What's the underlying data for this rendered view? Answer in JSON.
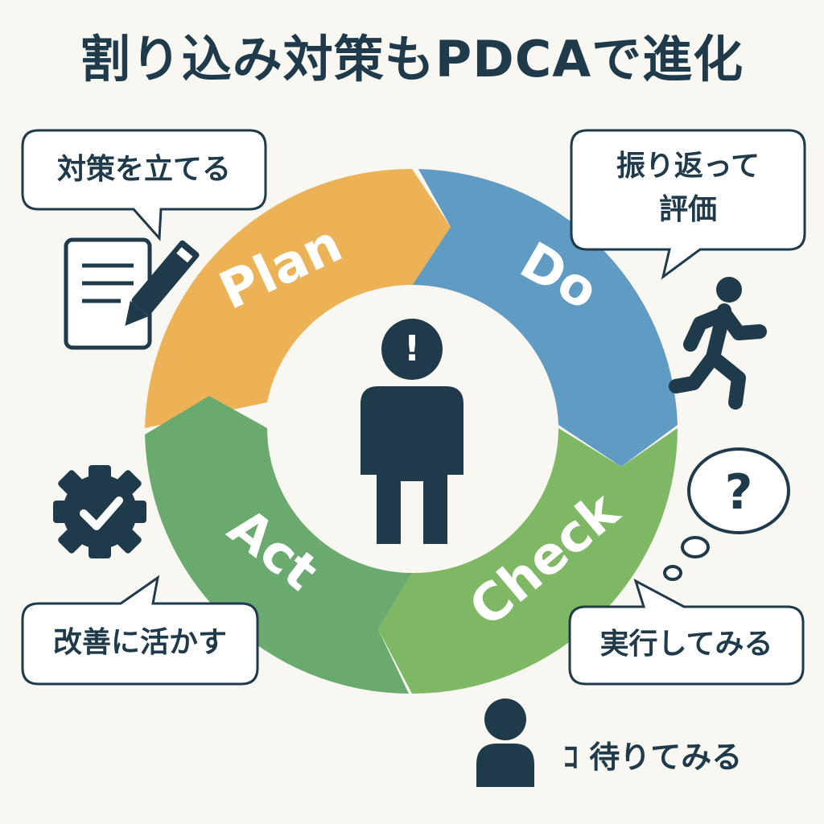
{
  "title": "割り込み対策もPDCAで進化",
  "cycle": {
    "plan": "Plan",
    "do": "Do",
    "check": "Check",
    "act": "Act"
  },
  "bubbles": {
    "plan_bubble": "対策を立てる",
    "check_bubble_line1": "振り返って",
    "check_bubble_line2": "評価",
    "do_bubble": "実行してみる",
    "act_bubble": "改善に活かす"
  },
  "thought_mark": "?",
  "person_alert_mark": "!",
  "bottom_note": "ｺ 待りてみる",
  "colors": {
    "background": "#f8f7f2",
    "text": "#1f3a4a",
    "plan": "#ecb255",
    "do": "#5f9bc3",
    "check": "#7fb865",
    "act": "#6aaa6f",
    "icon": "#1f3a4a"
  },
  "icons": [
    "document-pencil-icon",
    "running-person-icon",
    "gear-check-icon",
    "thought-bubble-icon",
    "person-alert-icon",
    "person-icon"
  ]
}
